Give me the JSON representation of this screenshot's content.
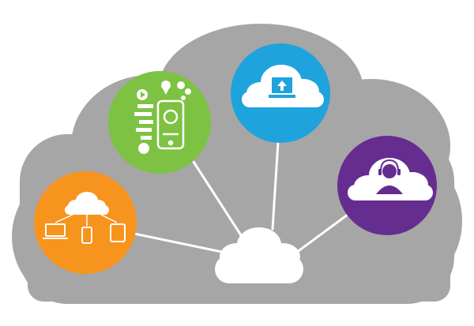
{
  "colors": {
    "background": "#ffffff",
    "cloud_gray": "#a6a6a6",
    "connector": "#ffffff",
    "orange": "#f7941d",
    "green": "#7dc242",
    "blue": "#1fa3dd",
    "purple": "#662d91",
    "hub_cloud": "#ffffff"
  },
  "nodes": [
    {
      "id": "devices",
      "color_key": "orange",
      "icons": [
        "laptop-icon",
        "phone-icon",
        "tablet-icon",
        "cloud-icon"
      ]
    },
    {
      "id": "apps",
      "color_key": "green",
      "icons": [
        "smartphone-icon",
        "gear-icon",
        "play-icon",
        "map-pin-icon",
        "chat-bubble-icon"
      ]
    },
    {
      "id": "upload",
      "color_key": "blue",
      "icons": [
        "cloud-icon",
        "monitor-upload-icon"
      ]
    },
    {
      "id": "support",
      "color_key": "purple",
      "icons": [
        "cloud-icon",
        "headset-user-icon"
      ]
    }
  ],
  "hub": {
    "icon": "cloud-icon"
  }
}
